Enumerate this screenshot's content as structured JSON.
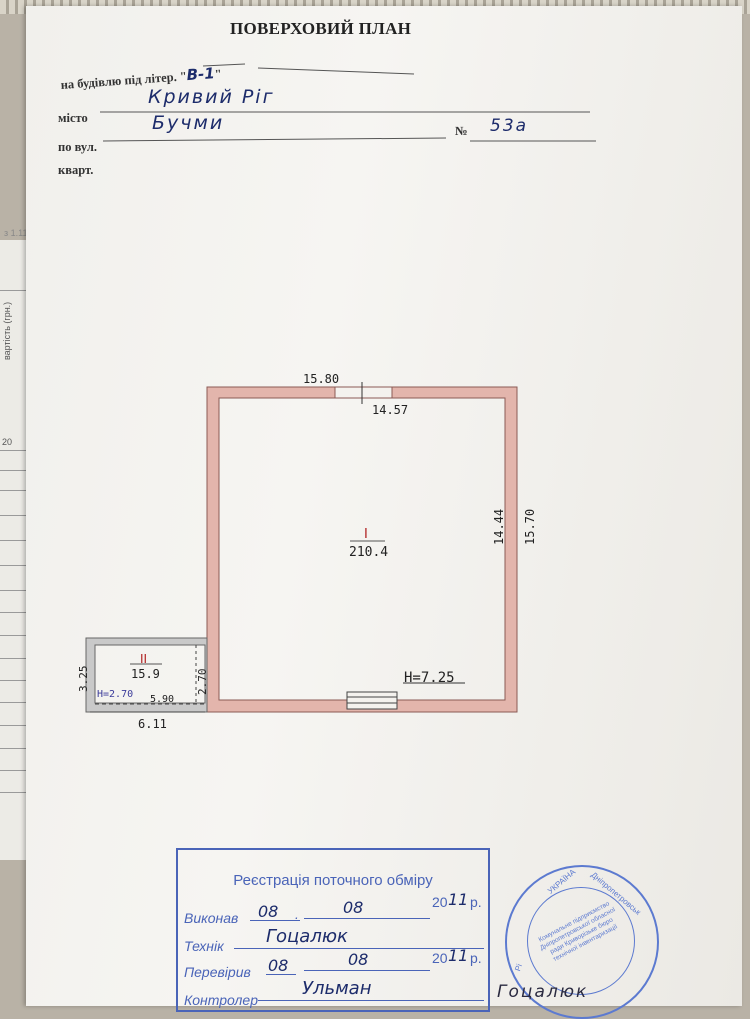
{
  "document": {
    "title": "ПОВЕРХОВИЙ ПЛАН",
    "building_label": "на будівлю під літер. \"",
    "building_letter": "В-1",
    "building_label_end": "\"",
    "city_label": "місто",
    "city_value": "Кривий Ріг",
    "street_label": "по вул.",
    "street_value": "Бучми",
    "number_label": "№",
    "number_value": "53а",
    "apt_label": "кварт."
  },
  "plan": {
    "dim_top": "15.80",
    "dim_inner_top": "14.57",
    "dim_inner_right": "14.44",
    "dim_outer_right": "15.70",
    "room1_label": "I",
    "room1_area": "210.4",
    "room1_height": "H=7.25",
    "room2_label": "II",
    "room2_area": "15.9",
    "room2_height": "H=2.70",
    "room2_inner_width": "5.90",
    "room2_outer_width": "6.11",
    "room2_depth": "3.25",
    "room2_wall": "2.70",
    "wall_color": "#e3b5ac"
  },
  "stamp": {
    "title": "Реєстрація поточного обміру",
    "executed_label": "Виконав",
    "executed_day": "08",
    "executed_month": "08",
    "executed_year_prefix": "20",
    "executed_year": "11",
    "executed_year_suffix": "р.",
    "technician_label": "Технік",
    "technician_value": "Гоцалюк",
    "checked_label": "Перевірив",
    "checked_day": "08",
    "checked_month": "08",
    "checked_year_prefix": "20",
    "checked_year": "11",
    "checked_year_suffix": "р.",
    "checker_value": "Ульман",
    "controller_label": "Контролер",
    "color": "#4a64b8"
  },
  "seal": {
    "rim_left": "УКРАЇНА",
    "rim_right": "Дніпропетровськ",
    "rim_bottom": "Рі",
    "center": "Комунальне підприємство Дніпропетровської обласної ради Криворізьке бюро технічної інвентаризації"
  },
  "left_sheet": {
    "header": "вартість (грн.)",
    "code": "20",
    "ref": "з 1.11"
  },
  "signature_text": "Гоцалюк"
}
